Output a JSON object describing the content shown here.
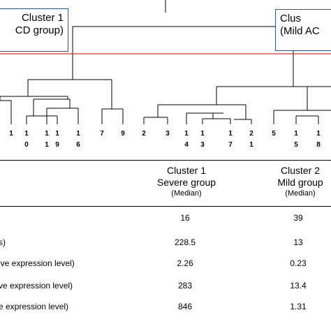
{
  "clusters": [
    {
      "line1": "Cluster 1",
      "line2": "CD group)"
    },
    {
      "line1": "Clus",
      "line2": "(Mild AC"
    }
  ],
  "leaves_left": [
    {
      "top": "1",
      "bottom": ""
    },
    {
      "top": "1",
      "bottom": "0"
    },
    {
      "top": "1",
      "bottom": "1"
    },
    {
      "top": "1",
      "bottom": "9"
    },
    {
      "top": "1",
      "bottom": "6"
    },
    {
      "top": "7",
      "bottom": ""
    },
    {
      "top": "9",
      "bottom": ""
    }
  ],
  "leaves_right": [
    {
      "top": "2",
      "bottom": ""
    },
    {
      "top": "3",
      "bottom": ""
    },
    {
      "top": "1",
      "bottom": "4"
    },
    {
      "top": "1",
      "bottom": "3"
    },
    {
      "top": "1",
      "bottom": "7"
    },
    {
      "top": "2",
      "bottom": "1"
    },
    {
      "top": "5",
      "bottom": ""
    },
    {
      "top": "1",
      "bottom": "5"
    },
    {
      "top": "1",
      "bottom": "8"
    }
  ],
  "table": {
    "col1": {
      "title": "Cluster 1",
      "subtitle": "Severe group",
      "note": "(Median)"
    },
    "col2": {
      "title": "Cluster 2",
      "subtitle": "Mild group",
      "note": "(Median)"
    },
    "rows": [
      {
        "label": "",
        "c1": "16",
        "c2": "39"
      },
      {
        "label": "s)",
        "c1": "228.5",
        "c2": "13"
      },
      {
        "label": "ive expression level)",
        "c1": "2.26",
        "c2": "0.23"
      },
      {
        "label": "ve expression level)",
        "c1": "283",
        "c2": "13.4"
      },
      {
        "label": "e expression level)",
        "c1": "846",
        "c2": "1.31"
      }
    ]
  },
  "colors": {
    "tree": "#000000",
    "cut_line": "#e03030",
    "box_border": "#2f5597"
  }
}
